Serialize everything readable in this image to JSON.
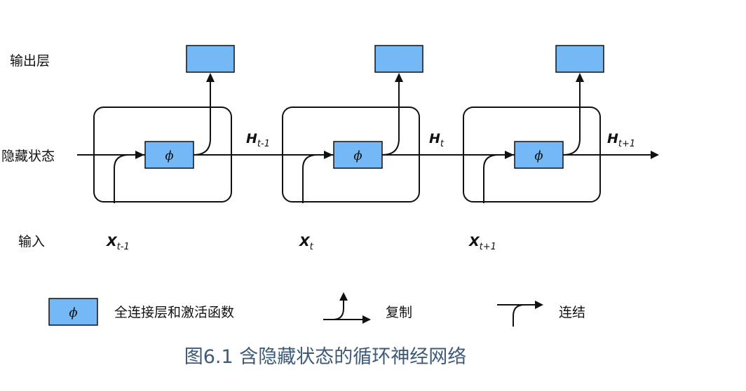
{
  "row_labels": {
    "output": "输出层",
    "hidden": "隐藏状态",
    "input": "输入"
  },
  "cells": [
    {
      "phi": "ϕ",
      "input_var": "X",
      "input_sub": "t-1",
      "hidden_var": "H",
      "hidden_sub": "t-1"
    },
    {
      "phi": "ϕ",
      "input_var": "X",
      "input_sub": "t",
      "hidden_var": "H",
      "hidden_sub": "t"
    },
    {
      "phi": "ϕ",
      "input_var": "X",
      "input_sub": "t+1",
      "hidden_var": "H",
      "hidden_sub": "t+1"
    }
  ],
  "legend": {
    "fc_symbol": "ϕ",
    "fc_label": "全连接层和激活函数",
    "copy_label": "复制",
    "concat_label": "连结"
  },
  "caption": "图6.1 含隐藏状态的循环神经网络",
  "colors": {
    "box_fill": "#74b8f5",
    "caption": "#3d5a78",
    "stroke": "#111111"
  }
}
